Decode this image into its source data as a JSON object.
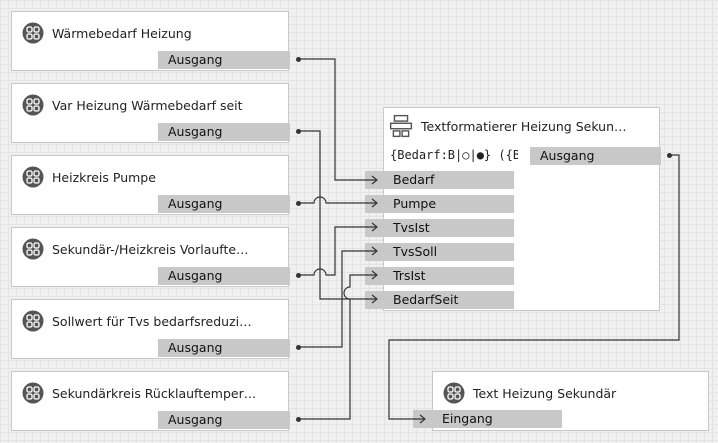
{
  "source_nodes": [
    {
      "title": "Wärmebedarf Heizung",
      "output": "Ausgang"
    },
    {
      "title": "Var Heizung Wärmebedarf seit",
      "output": "Ausgang"
    },
    {
      "title": "Heizkreis Pumpe",
      "output": "Ausgang"
    },
    {
      "title": "Sekundär-/Heizkreis Vorlaufte…",
      "output": "Ausgang"
    },
    {
      "title": "Sollwert für Tvs bedarfsreduzi…",
      "output": "Ausgang"
    },
    {
      "title": "Sekundärkreis Rücklauftemper…",
      "output": "Ausgang"
    }
  ],
  "formatter": {
    "title": "Textformatierer Heizung Sekun…",
    "formula": "{Bedarf:B|○|●} ({B",
    "output": "Ausgang",
    "inputs": [
      "Bedarf",
      "Pumpe",
      "TvsIst",
      "TvsSoll",
      "TrsIst",
      "BedarfSeit"
    ]
  },
  "text_node": {
    "title": "Text Heizung Sekundär",
    "input": "Eingang"
  },
  "colors": {
    "wire": "#333333",
    "port": "#c8c8c8",
    "border": "#c9c9c9",
    "icon": "#555555"
  },
  "icons": {
    "source": "block-icon",
    "formatter": "formatter-icon",
    "text": "block-icon"
  }
}
